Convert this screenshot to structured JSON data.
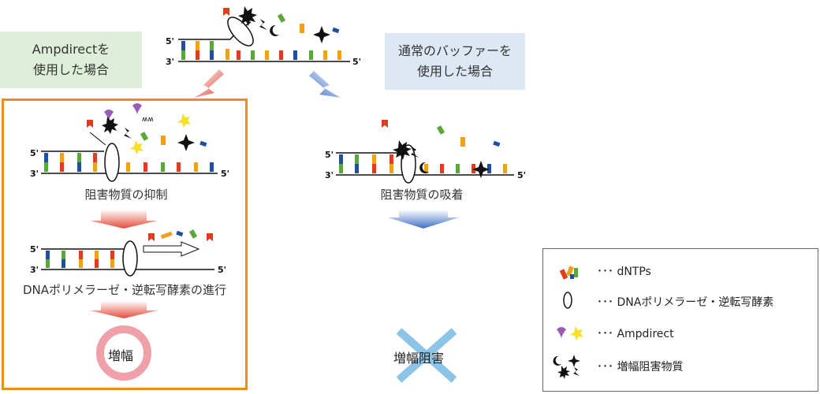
{
  "labels": {
    "ampdirect_box": [
      "Ampdirectを",
      "使用した場合"
    ],
    "normal_box": [
      "通常のバッファーを",
      "使用した場合"
    ],
    "inhibition_suppressed": "阻害物質の抑制",
    "inhibition_adsorbed": "阻害物質の吸着",
    "progress": "DNAポリメラーゼ・逆転写酵素の進行",
    "amplification": "増幅",
    "amplification_blocked": "増幅阻害"
  },
  "strand_ends": {
    "five_prime": "5'",
    "three_prime": "3'"
  },
  "legend": [
    {
      "icon": "dntps-icon",
      "text": "･･･ dNTPs"
    },
    {
      "icon": "polymerase-icon",
      "text": "･･･ DNAポリメラーゼ・逆転写酵素"
    },
    {
      "icon": "ampdirect-icon",
      "text": "･･･ Ampdirect"
    },
    {
      "icon": "inhibitor-icon",
      "text": "･･･ 増幅阻害物質"
    }
  ],
  "colors": {
    "frame": "#e8901c",
    "ampdirect_box": "#dfeed8",
    "normal_box": "#dde8f4",
    "arrow_red": "#e34a3a",
    "arrow_blue": "#3f6fc6",
    "amplification_ring": "#f0a0a8",
    "blocked_cross": "#8cc4e8",
    "ampdirect_heart": "#9a5bb5",
    "ampdirect_star": "#f5e02a"
  }
}
